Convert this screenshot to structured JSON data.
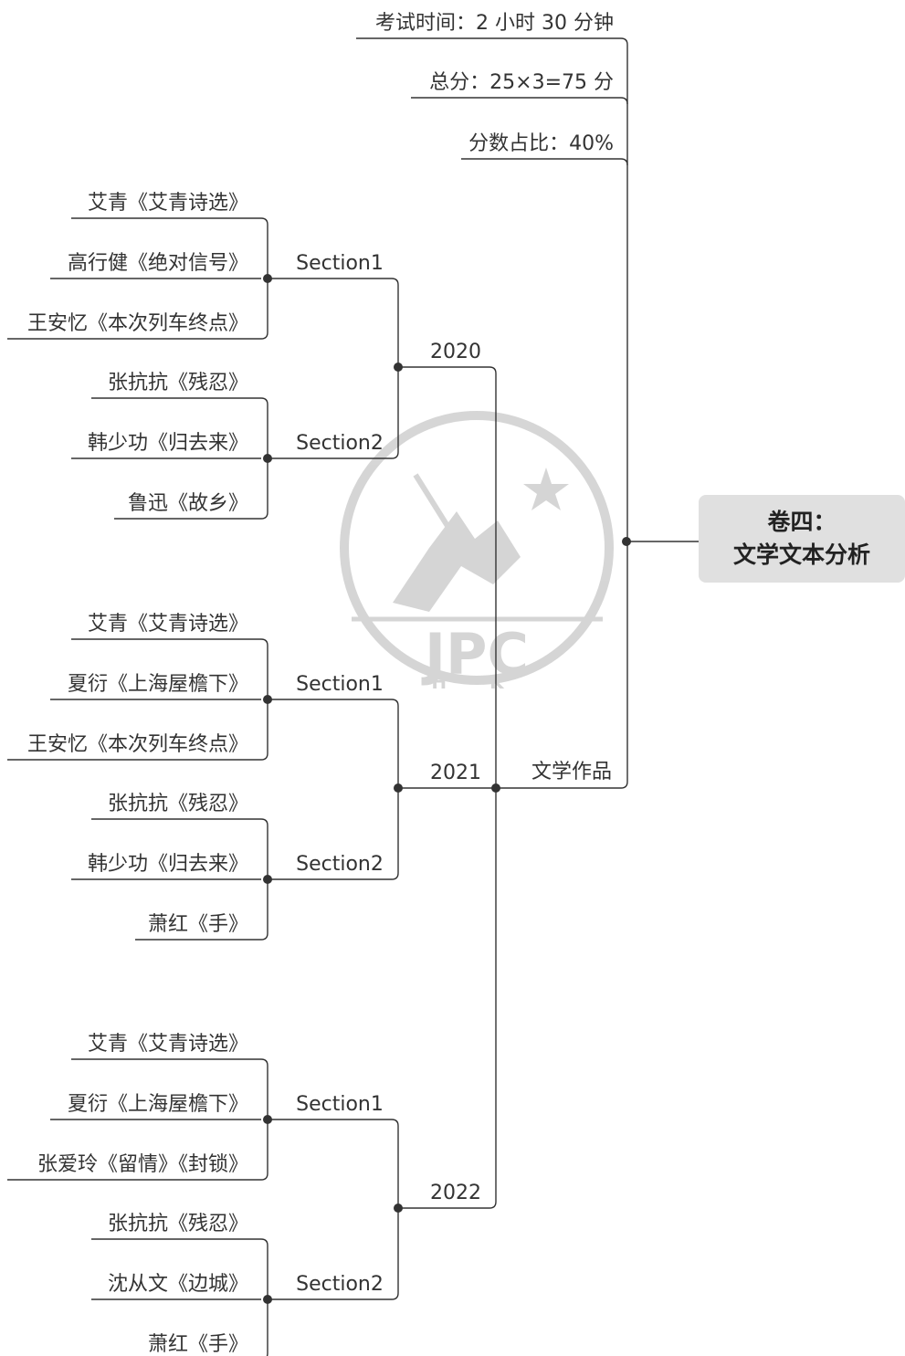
{
  "root": {
    "line1": "卷四：",
    "line2": "文学文本分析"
  },
  "meta": {
    "time": "考试时间：2 小时 30 分钟",
    "total": "总分：25×3=75 分",
    "ratio": "分数占比：40%"
  },
  "branch_label": "文学作品",
  "years": [
    {
      "year": "2020",
      "sections": [
        {
          "name": "Section1",
          "works": [
            "艾青《艾青诗选》",
            "高行健《绝对信号》",
            "王安忆《本次列车终点》"
          ]
        },
        {
          "name": "Section2",
          "works": [
            "张抗抗《残忍》",
            "韩少功《归去来》",
            "鲁迅《故乡》"
          ]
        }
      ]
    },
    {
      "year": "2021",
      "sections": [
        {
          "name": "Section1",
          "works": [
            "艾青《艾青诗选》",
            "夏衍《上海屋檐下》",
            "王安忆《本次列车终点》"
          ]
        },
        {
          "name": "Section2",
          "works": [
            "张抗抗《残忍》",
            "韩少功《归去来》",
            "萧红《手》"
          ]
        }
      ]
    },
    {
      "year": "2022",
      "sections": [
        {
          "name": "Section1",
          "works": [
            "艾青《艾青诗选》",
            "夏衍《上海屋檐下》",
            "张爱玲《留情》《封锁》"
          ]
        },
        {
          "name": "Section2",
          "works": [
            "张抗抗《残忍》",
            "沈从文《边城》",
            "萧红《手》"
          ]
        }
      ]
    }
  ],
  "watermark": {
    "main": "JPC",
    "sub": "H K"
  }
}
